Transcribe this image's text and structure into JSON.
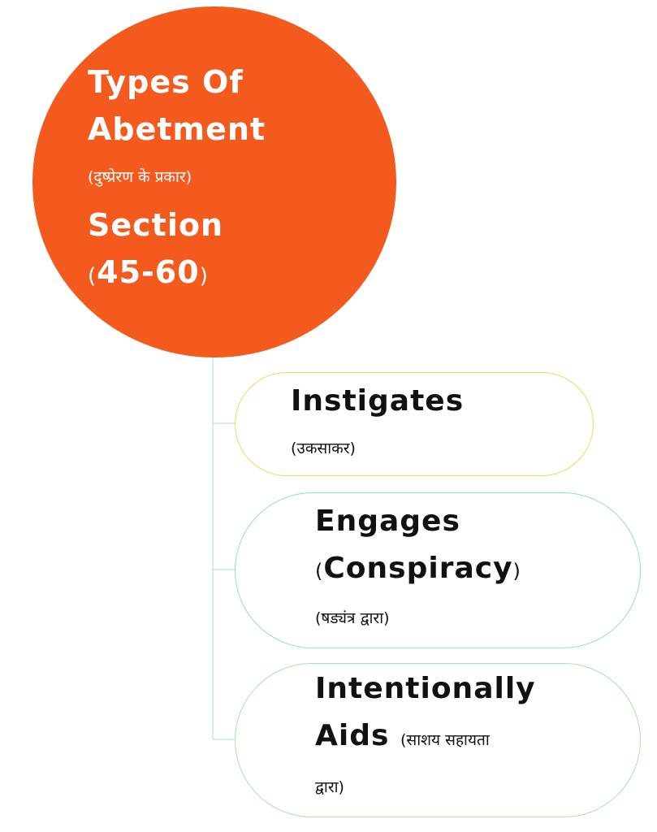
{
  "root": {
    "line1": "Types Of",
    "line2": "Abetment",
    "hindi": "(दुष्प्रेरण के प्रकार)",
    "line3": "Section",
    "paren_open": "(",
    "range": "45-60",
    "paren_close": ")"
  },
  "branches": [
    {
      "title": "Instigates",
      "hindi": "(उकसाकर)"
    },
    {
      "title": "Engages",
      "paren_open": "(",
      "detail": "Conspiracy",
      "paren_close": ")",
      "hindi": "(षड्यंत्र द्वारा)"
    },
    {
      "title_line1": "Intentionally",
      "title_line2": "Aids",
      "hindi_inline": "(साशय सहायता",
      "hindi_cont": "द्वारा)"
    }
  ],
  "colors": {
    "root_fill": "#f4591d",
    "connector": "#bfe8ee",
    "branch1_border": "#f4d35a",
    "branch2_border": "#8ed9ea",
    "branch3_border": "#a6e2b4"
  }
}
